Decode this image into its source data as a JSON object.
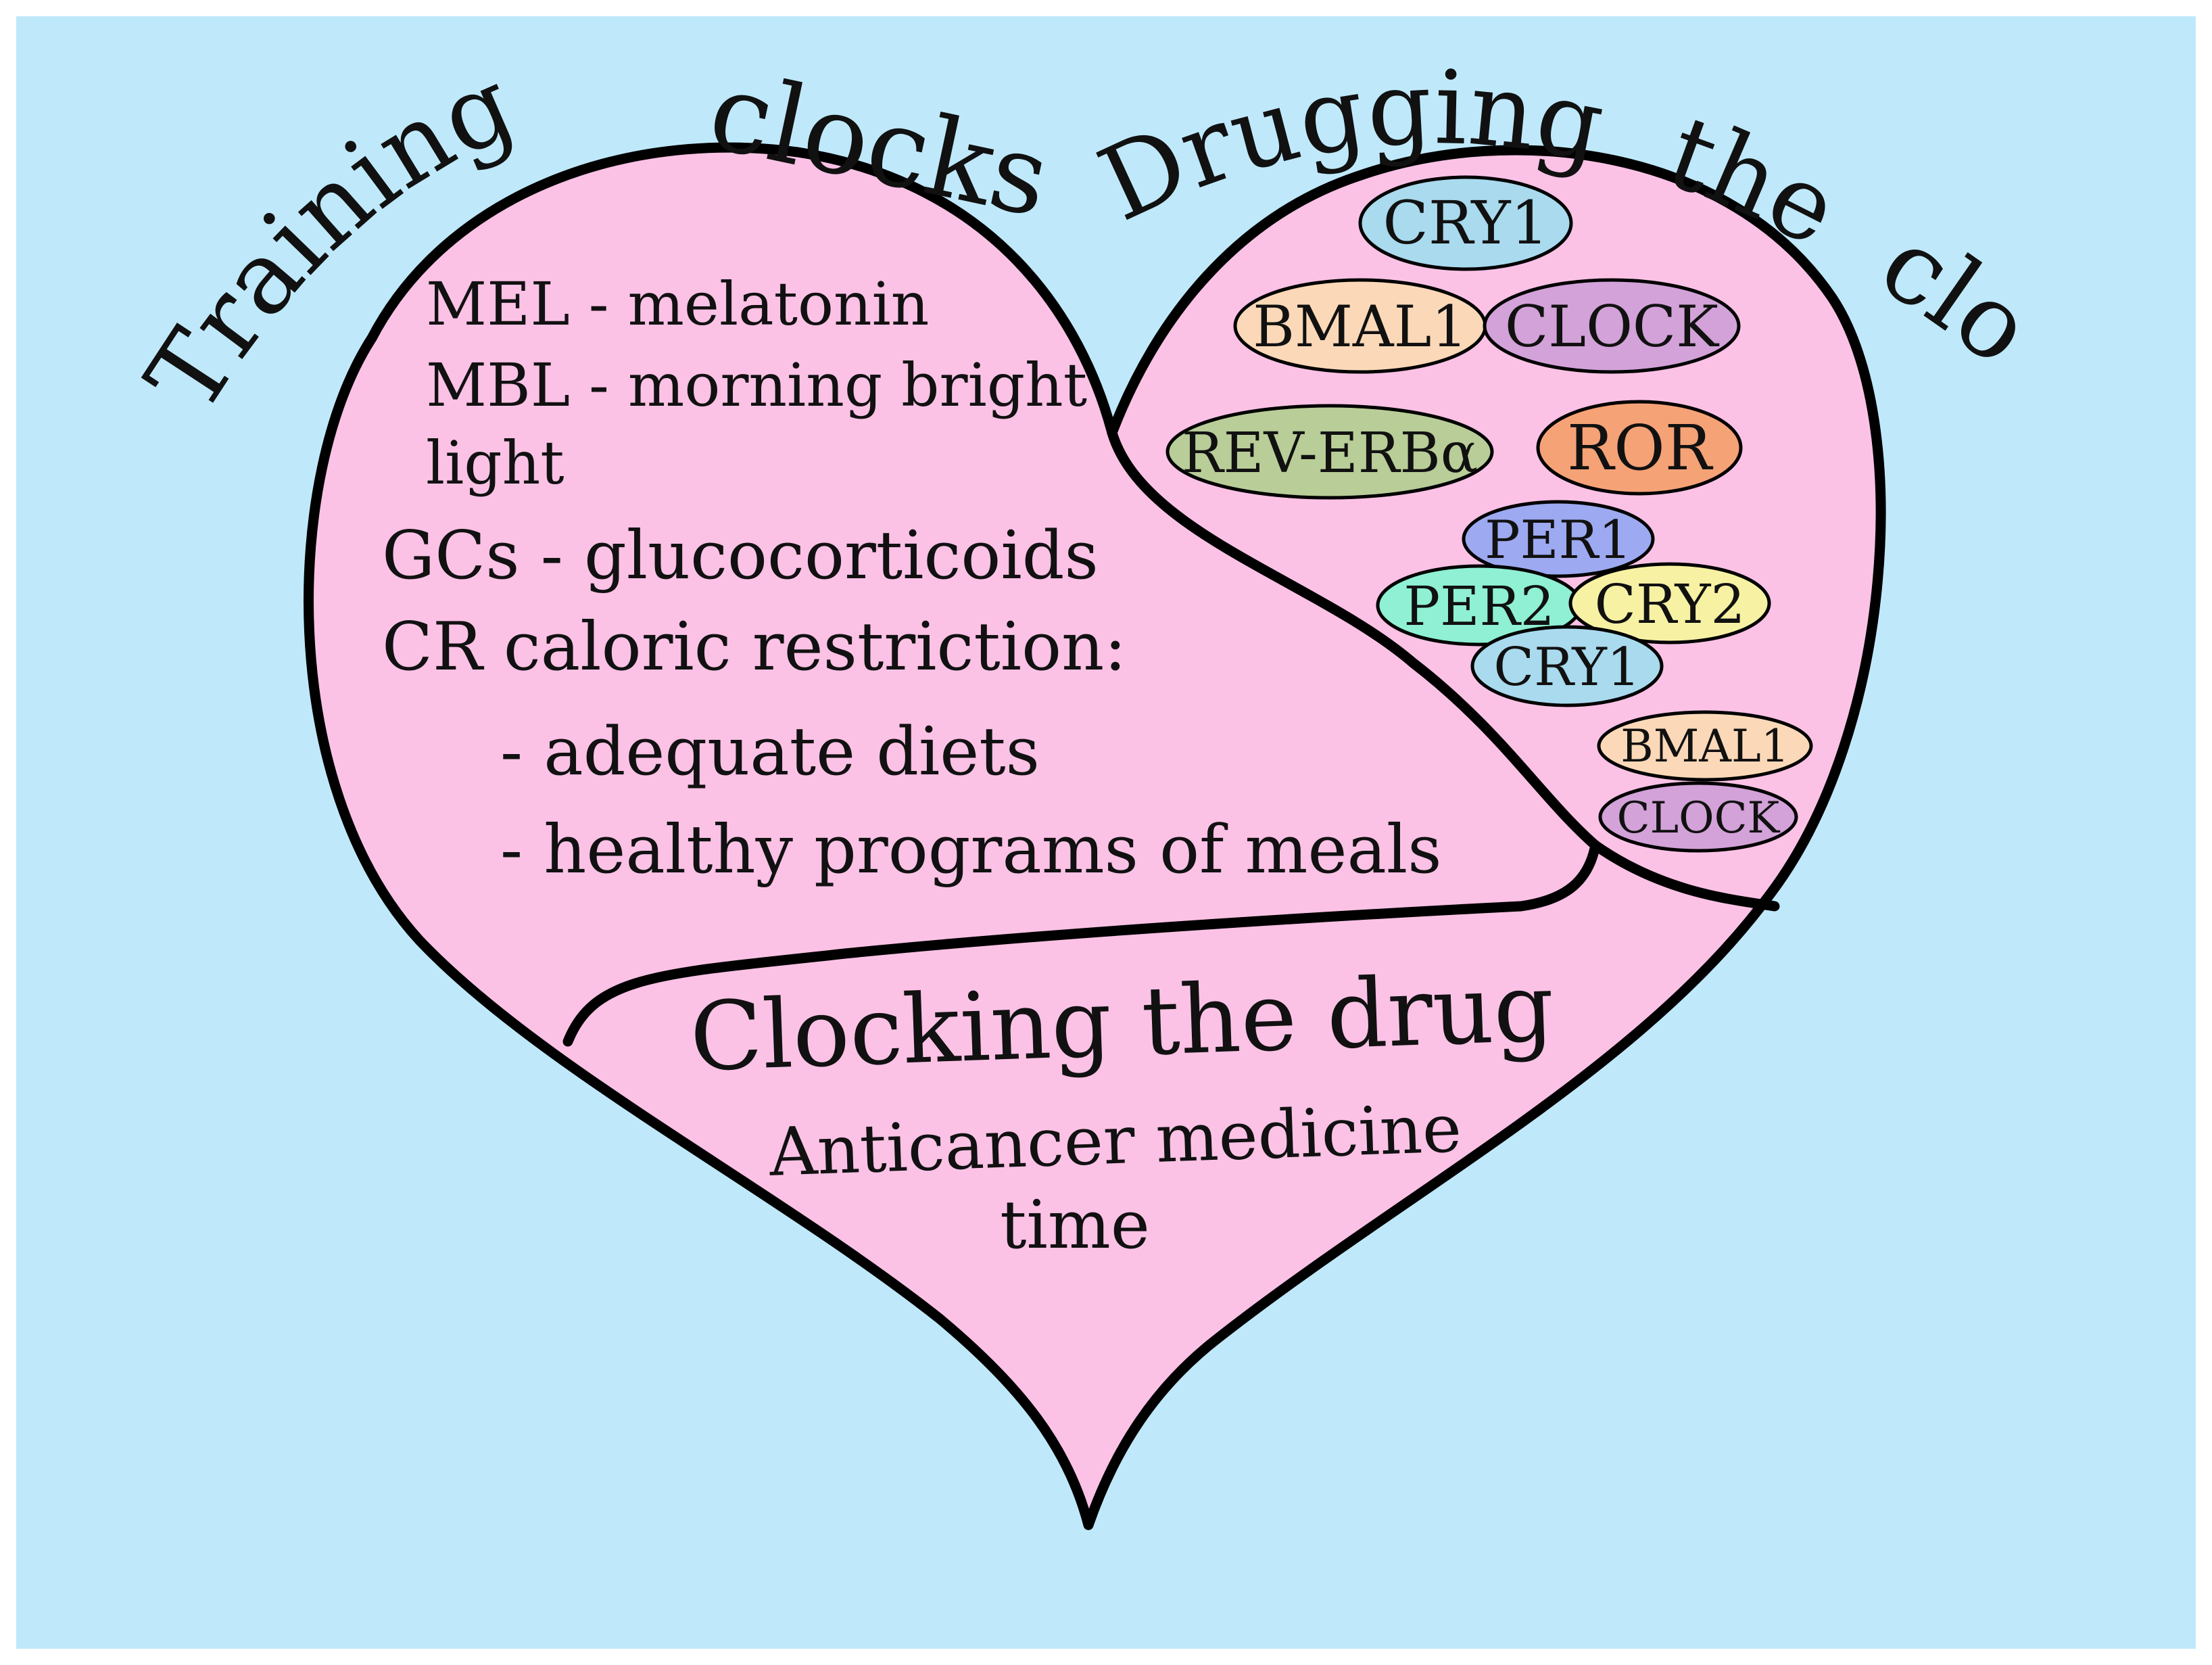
{
  "colors": {
    "background": "#bfe9fb",
    "heart_fill": "#fbc2e6",
    "outline": "#000000",
    "text": "#111111"
  },
  "titles": {
    "left_word1": "Training",
    "left_word2": "clocks",
    "right_word1": "Drugging",
    "right_word2": "the",
    "right_word3": "clock"
  },
  "left_section": {
    "lines": [
      "MEL - melatonin",
      "MBL - morning bright",
      "light",
      "GCs - glucocorticoids",
      "CR caloric restriction:",
      "- adequate diets",
      "- healthy programs of meals"
    ]
  },
  "bottom_section": {
    "title": "Clocking the drug",
    "line1": "Anticancer medicine",
    "line2": "time"
  },
  "proteins": [
    {
      "label": "CRY1",
      "color": "#a9daee"
    },
    {
      "label": "BMAL1",
      "color": "#fbd9b8"
    },
    {
      "label": "CLOCK",
      "color": "#d2a2d8"
    },
    {
      "label": "REV-ERBα",
      "color": "#b9cd98"
    },
    {
      "label": "ROR",
      "color": "#f5a277"
    },
    {
      "label": "PER1",
      "color": "#9da9f0"
    },
    {
      "label": "PER2",
      "color": "#8ff0d3"
    },
    {
      "label": "CRY2",
      "color": "#f7f2a3"
    },
    {
      "label": "CRY1",
      "color": "#a9daee"
    },
    {
      "label": "BMAL1",
      "color": "#fbd9b8"
    },
    {
      "label": "CLOCK",
      "color": "#d2a2d8"
    }
  ]
}
